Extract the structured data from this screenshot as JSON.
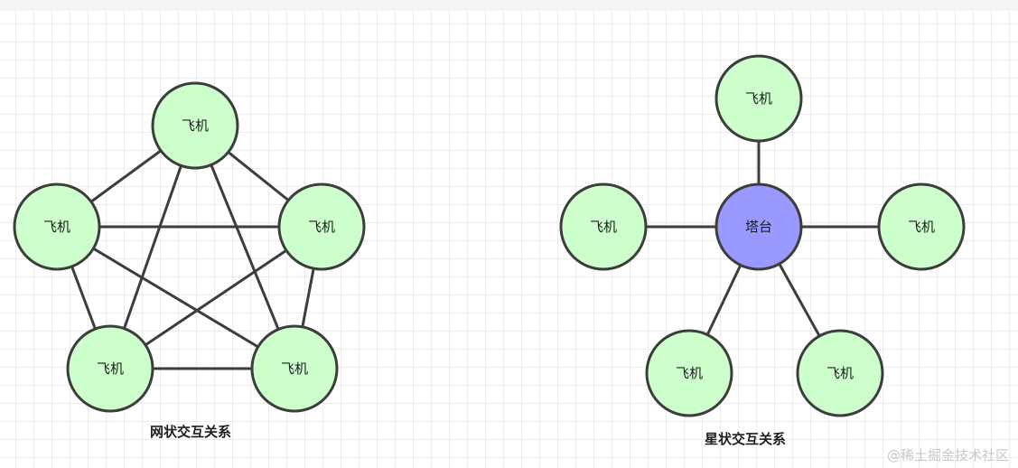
{
  "colors": {
    "node_fill": "#ccffcc",
    "hub_fill": "#9999ff",
    "stroke": "#3d3d3d"
  },
  "mesh": {
    "caption": "网状交互关系",
    "nodes": [
      {
        "id": "m1",
        "label": "飞机"
      },
      {
        "id": "m2",
        "label": "飞机"
      },
      {
        "id": "m3",
        "label": "飞机"
      },
      {
        "id": "m4",
        "label": "飞机"
      },
      {
        "id": "m5",
        "label": "飞机"
      }
    ],
    "edges": [
      [
        "m1",
        "m2"
      ],
      [
        "m1",
        "m3"
      ],
      [
        "m1",
        "m4"
      ],
      [
        "m1",
        "m5"
      ],
      [
        "m2",
        "m3"
      ],
      [
        "m2",
        "m4"
      ],
      [
        "m2",
        "m5"
      ],
      [
        "m3",
        "m4"
      ],
      [
        "m3",
        "m5"
      ],
      [
        "m4",
        "m5"
      ]
    ]
  },
  "star": {
    "caption": "星状交互关系",
    "hub": {
      "id": "s0",
      "label": "塔台"
    },
    "nodes": [
      {
        "id": "s1",
        "label": "飞机"
      },
      {
        "id": "s2",
        "label": "飞机"
      },
      {
        "id": "s3",
        "label": "飞机"
      },
      {
        "id": "s4",
        "label": "飞机"
      },
      {
        "id": "s5",
        "label": "飞机"
      }
    ],
    "edges": [
      [
        "s0",
        "s1"
      ],
      [
        "s0",
        "s2"
      ],
      [
        "s0",
        "s3"
      ],
      [
        "s0",
        "s4"
      ],
      [
        "s0",
        "s5"
      ]
    ]
  },
  "watermark": "@稀土掘金技术社区"
}
